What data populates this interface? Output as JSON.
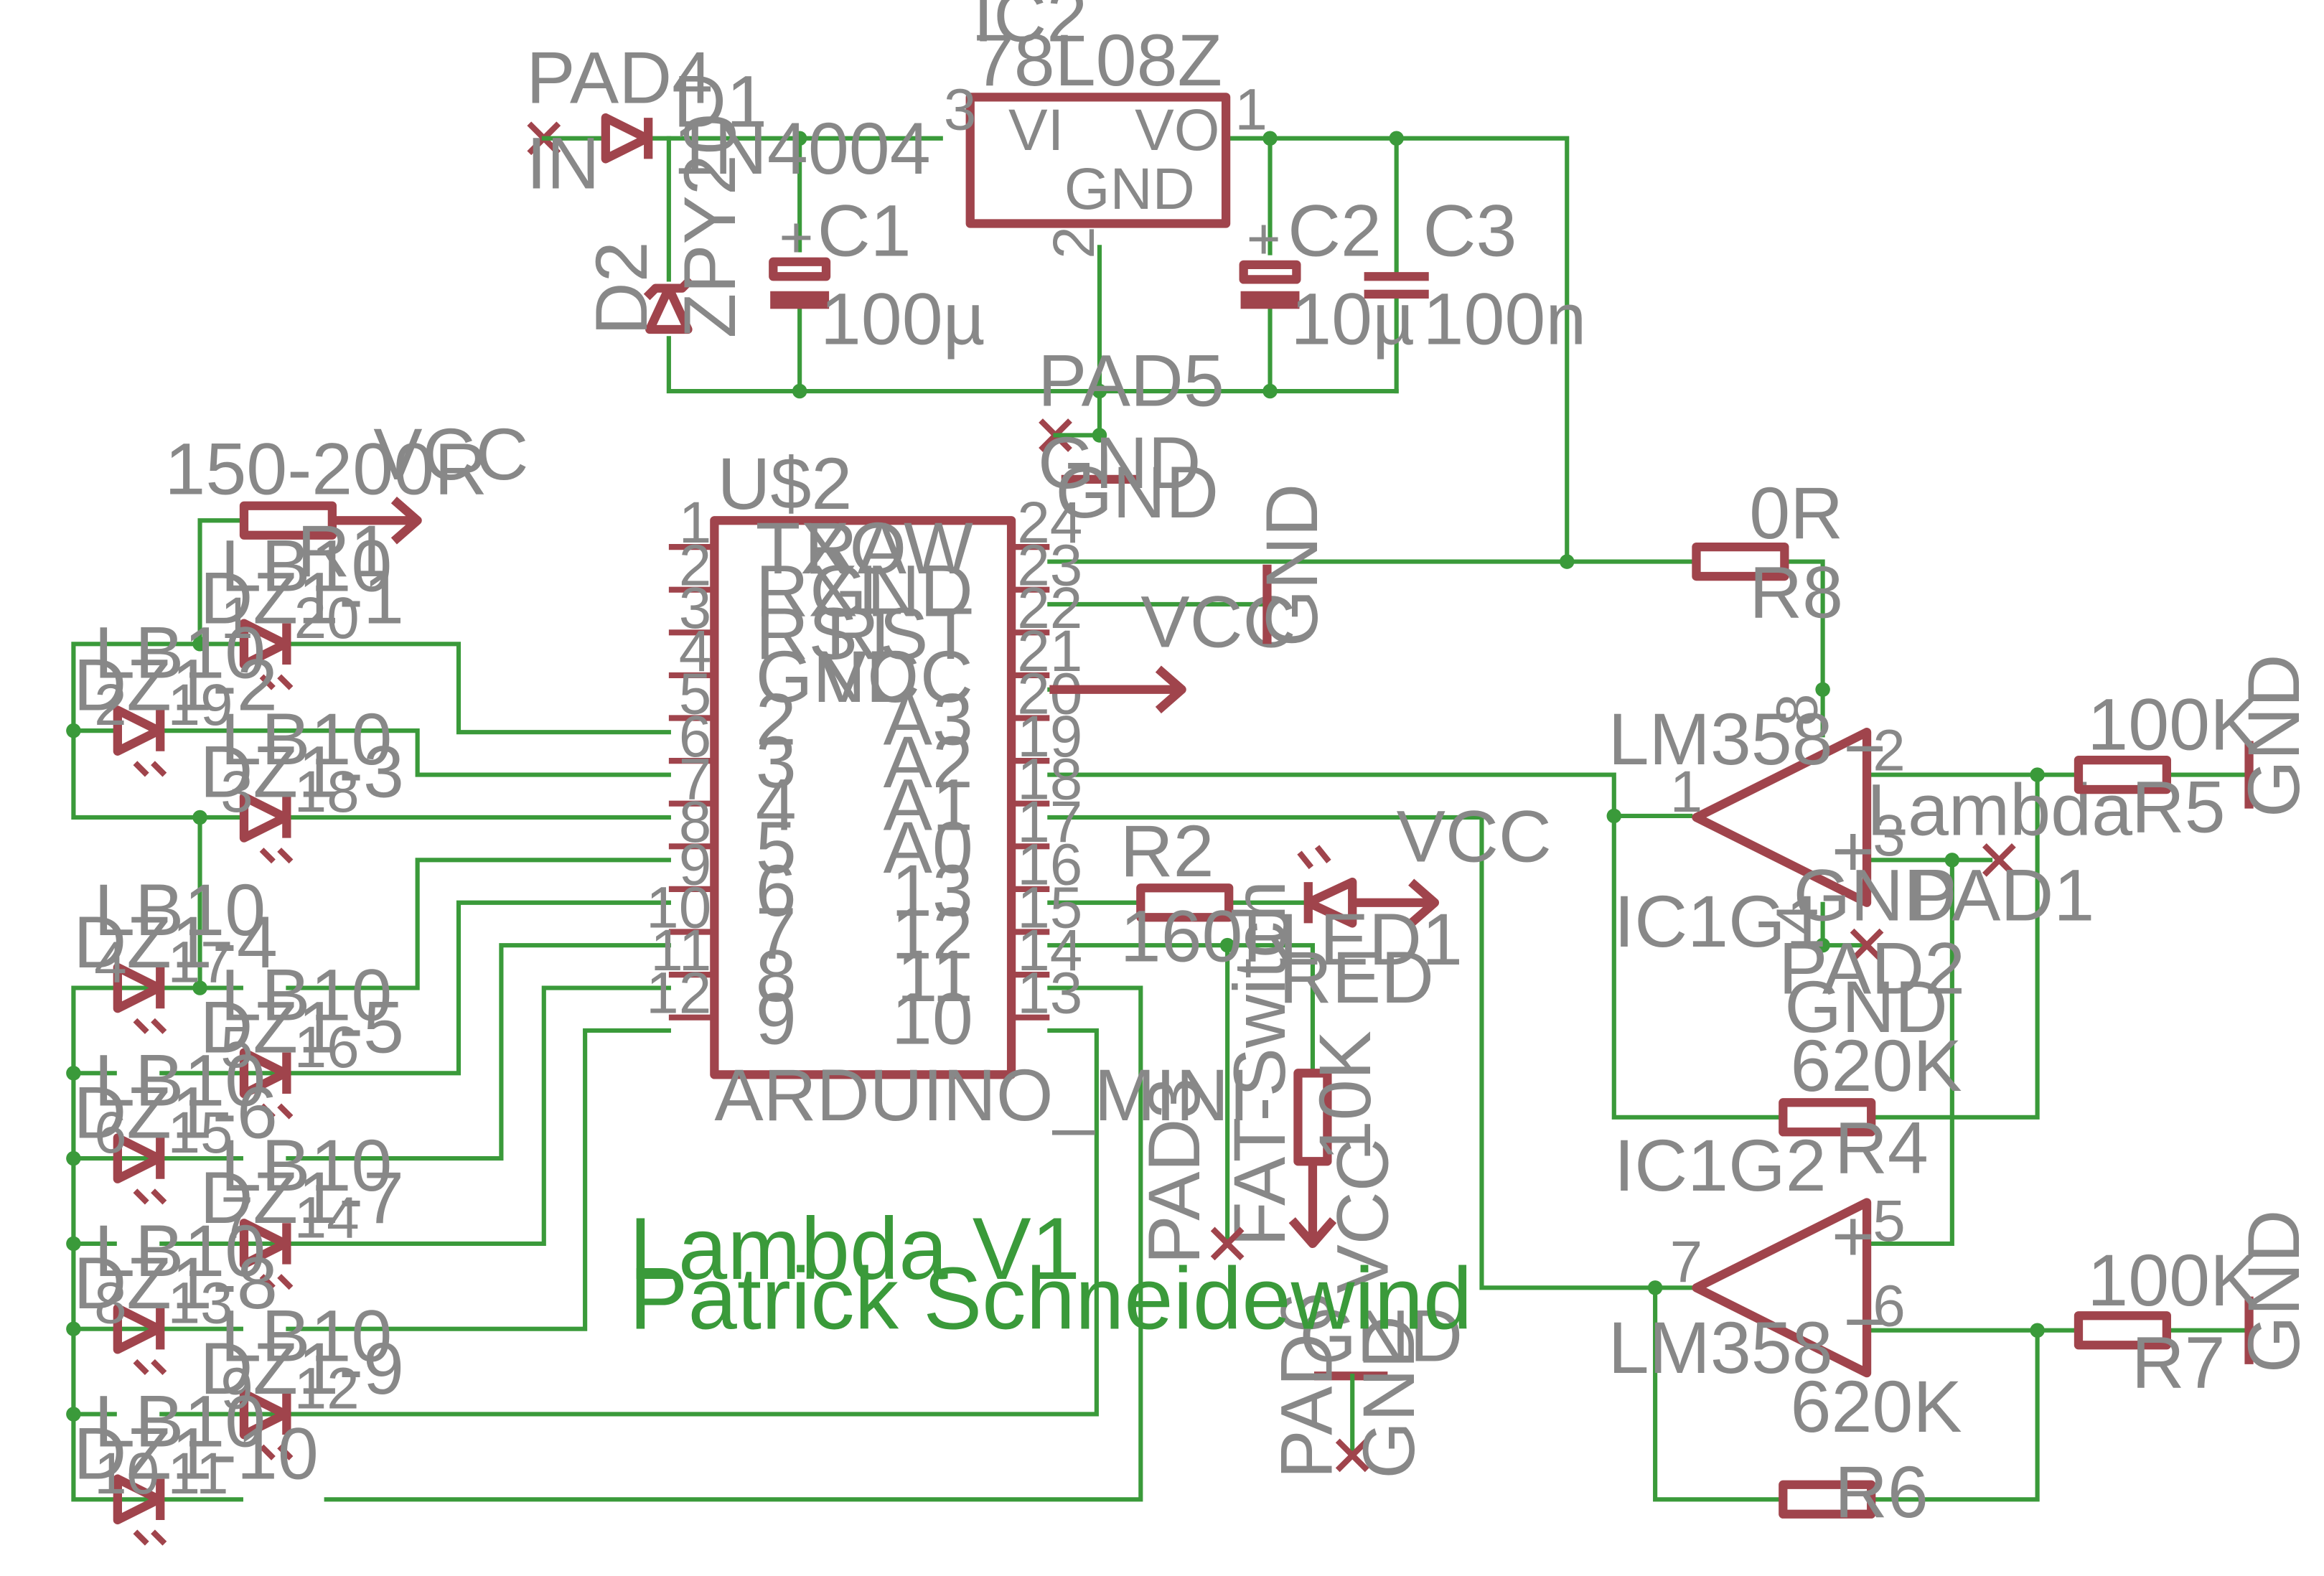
{
  "colors": {
    "wire": "#3a9a3a",
    "symbol": "#a0444c",
    "label": "#888888",
    "background": "#ffffff"
  },
  "title": {
    "line1": "Lambda V1",
    "line2": "Patrick Schneidewind"
  },
  "regulator": {
    "name": "IC2",
    "value": "78L08Z",
    "vi": "VI",
    "vo": "VO",
    "gnd": "GND",
    "pin_in": "3",
    "pin_out": "1",
    "pin_gnd": "2"
  },
  "d1": {
    "name": "D1",
    "value": "1N4004"
  },
  "d2": {
    "name": "D2",
    "value": "ZPY20"
  },
  "c1": {
    "name": "C1",
    "value": "100µ",
    "plus": "+"
  },
  "c2": {
    "name": "C2",
    "value": "10µ",
    "plus": "+"
  },
  "c3": {
    "name": "C3",
    "value": "100n"
  },
  "pad4": {
    "name": "PAD4",
    "label": "IN"
  },
  "pad5": {
    "name": "PAD5",
    "gnd1": "GND",
    "gnd2": "GND"
  },
  "mcu": {
    "name": "U$2",
    "value": "ARDUINO_MINI",
    "left_pins": [
      {
        "num": "1",
        "label": "TXO"
      },
      {
        "num": "2",
        "label": "RXI"
      },
      {
        "num": "3",
        "label": "RST"
      },
      {
        "num": "4",
        "label": "GND"
      },
      {
        "num": "5",
        "label": "2"
      },
      {
        "num": "6",
        "label": "3"
      },
      {
        "num": "7",
        "label": "4"
      },
      {
        "num": "8",
        "label": "5"
      },
      {
        "num": "9",
        "label": "6"
      },
      {
        "num": "10",
        "label": "7"
      },
      {
        "num": "11",
        "label": "8"
      },
      {
        "num": "12",
        "label": "9"
      }
    ],
    "right_pins": [
      {
        "num": "24",
        "label": "RAW"
      },
      {
        "num": "23",
        "label": "GND"
      },
      {
        "num": "22",
        "label": "RST"
      },
      {
        "num": "21",
        "label": "VCC"
      },
      {
        "num": "20",
        "label": "A3"
      },
      {
        "num": "19",
        "label": "A2"
      },
      {
        "num": "18",
        "label": "A1"
      },
      {
        "num": "17",
        "label": "A0"
      },
      {
        "num": "16",
        "label": "13"
      },
      {
        "num": "15",
        "label": "12"
      },
      {
        "num": "14",
        "label": "11"
      },
      {
        "num": "13",
        "label": "10"
      }
    ]
  },
  "r1": {
    "name": "R1",
    "value": "150-200R",
    "vcc": "VCC"
  },
  "bargraph": {
    "segments": [
      {
        "part": "LB10",
        "name": "DZ1-1",
        "a": "1",
        "k": "20"
      },
      {
        "part": "LB10",
        "name": "DZ1-2",
        "a": "2",
        "k": "19"
      },
      {
        "part": "LB10",
        "name": "DZ1-3",
        "a": "3",
        "k": "18"
      },
      {
        "part": "LB10",
        "name": "DZ1-4",
        "a": "4",
        "k": "17"
      },
      {
        "part": "LB10",
        "name": "DZ1-5",
        "a": "5",
        "k": "16"
      },
      {
        "part": "LB10",
        "name": "DZ1-6",
        "a": "6",
        "k": "15"
      },
      {
        "part": "LB10",
        "name": "DZ1-7",
        "a": "7",
        "k": "14"
      },
      {
        "part": "LB10",
        "name": "DZ1-8",
        "a": "8",
        "k": "13"
      },
      {
        "part": "LB10",
        "name": "DZ1-9",
        "a": "9",
        "k": "12"
      },
      {
        "part": "LB10",
        "name": "DZ1-10",
        "a": "10",
        "k": "11"
      }
    ]
  },
  "vcc_mcu": "VCC",
  "gnd_mcu": "GND",
  "r2": {
    "name": "R2",
    "value": "160R"
  },
  "led1": {
    "name": "LED1",
    "value": "RED",
    "vcc": "VCC"
  },
  "r3": {
    "name": "FAT-Switch",
    "value": "10K",
    "vcc": "VCC"
  },
  "pad3": {
    "name": "PAD3"
  },
  "pad6": {
    "name": "PAD6",
    "gnd1": "GND",
    "gnd2": "GND"
  },
  "r8": {
    "name": "R8",
    "value": "0R"
  },
  "ic1g1": {
    "name": "IC1G1",
    "value": "LM358",
    "pin1": "1",
    "pin2": "2",
    "pin3": "3",
    "pin4": "4",
    "pin8": "8",
    "minus": "−",
    "plus": "+"
  },
  "ic1g2": {
    "name": "IC1G2",
    "value": "LM358",
    "pin5": "5",
    "pin6": "6",
    "pin7": "7",
    "minus": "−",
    "plus": "+"
  },
  "r5": {
    "name": "R5",
    "value": "100K",
    "gnd": "GND"
  },
  "r7": {
    "name": "R7",
    "value": "100K",
    "gnd": "GND"
  },
  "r4": {
    "name": "R4",
    "value": "620K"
  },
  "r6": {
    "name": "R6",
    "value": "620K"
  },
  "pad1": {
    "name": "PAD1",
    "label": "Lambda"
  },
  "pad2": {
    "name": "PAD2",
    "gnd1": "GND",
    "gnd2": "GND"
  }
}
